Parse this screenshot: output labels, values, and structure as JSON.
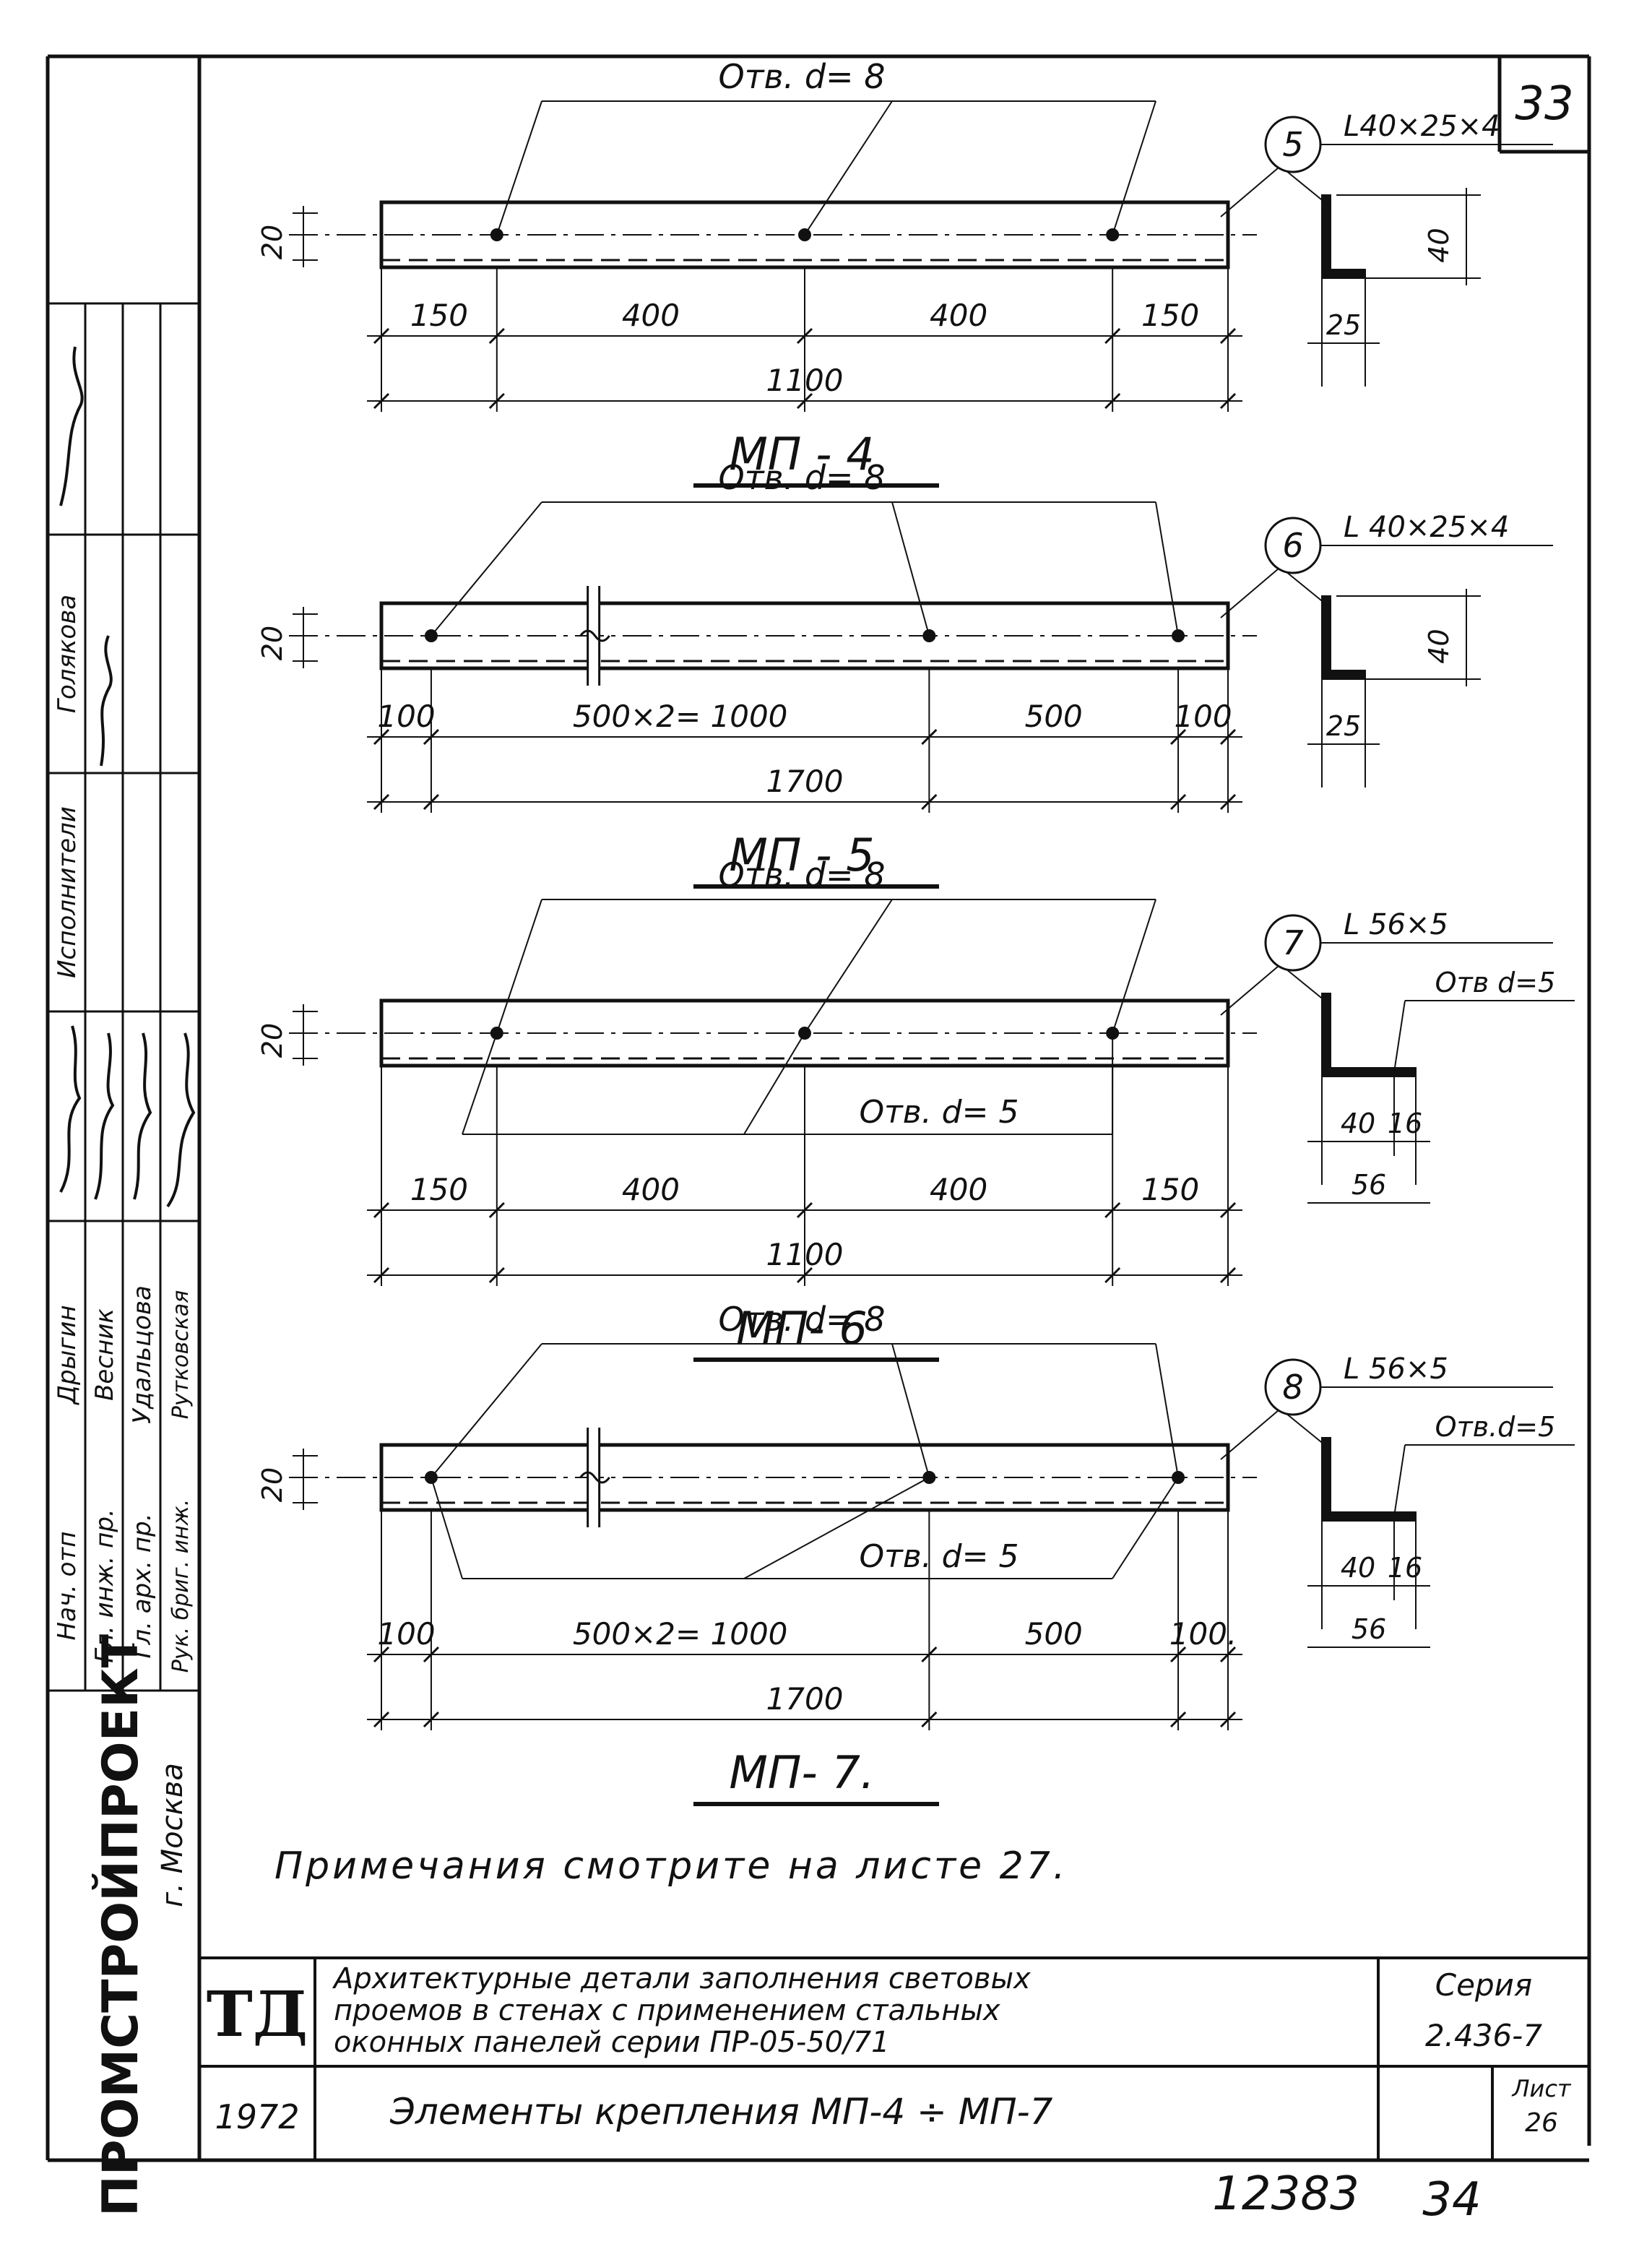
{
  "sheet_corner_number": "33",
  "parts": [
    {
      "id": "mp4",
      "title": "МП - 4",
      "hole_top": "Отв. d= 8",
      "hole_bottom": "",
      "hole_small": "",
      "height_dim": "20",
      "segments": [
        "150",
        "400",
        "400",
        "150"
      ],
      "total": "1100",
      "callout_num": "5",
      "profile": "L40×25×4",
      "section_leg": "40",
      "section_width": "25",
      "section_a": "",
      "section_b": ""
    },
    {
      "id": "mp5",
      "title": "МП - 5",
      "hole_top": "Отв. d= 8",
      "hole_bottom": "",
      "hole_small": "",
      "height_dim": "20",
      "segments": [
        "100",
        "500×2= 1000",
        "500",
        "100"
      ],
      "total": "1700",
      "callout_num": "6",
      "profile": "L 40×25×4",
      "section_leg": "40",
      "section_width": "25",
      "section_a": "",
      "section_b": ""
    },
    {
      "id": "mp6",
      "title": "МП- 6",
      "hole_top": "Отв. d= 8",
      "hole_bottom": "Отв. d= 5",
      "hole_small": "Отв d=5",
      "height_dim": "20",
      "segments": [
        "150",
        "400",
        "400",
        "150"
      ],
      "total": "1100",
      "callout_num": "7",
      "profile": "L 56×5",
      "section_leg": "",
      "section_width": "56",
      "section_a": "40",
      "section_b": "16"
    },
    {
      "id": "mp7",
      "title": "МП- 7.",
      "hole_top": "Отв. d= 8",
      "hole_bottom": "Отв. d= 5",
      "hole_small": "Отв.d=5",
      "height_dim": "20",
      "segments": [
        "100",
        "500×2= 1000",
        "500",
        "100."
      ],
      "total": "1700",
      "callout_num": "8",
      "profile": "L 56×5",
      "section_leg": "",
      "section_width": "56",
      "section_a": "40",
      "section_b": "16"
    }
  ],
  "note": "Примечания смотрите на листе 27.",
  "sidebar": {
    "org": "ПРОМСТРОЙПРОЕКТ",
    "city": "г. Москва",
    "roles": [
      "Нач. отп",
      "Гл. инж. пр.",
      "Гл. арх. пр.",
      "Рук. бриг. инж."
    ],
    "names": [
      "Дрыгин",
      "Весник",
      "Удальцова",
      "Рутковская"
    ],
    "executor_label": "Исполнители",
    "executor_name": "Голякова"
  },
  "title_block": {
    "logo": "ТД",
    "description_lines": [
      "Архитектурные детали заполнения световых",
      "проемов в стенах с применением стальных",
      "оконных панелей серии ПР-05-50/71"
    ],
    "series_label": "Серия",
    "series_value": "2.436-7",
    "year": "1972",
    "drawing_title": "Элементы крепления МП-4 ÷ МП-7",
    "sheet_label": "Лист",
    "sheet_value": "26"
  },
  "footer": {
    "inventory": "12383",
    "page": "34"
  }
}
